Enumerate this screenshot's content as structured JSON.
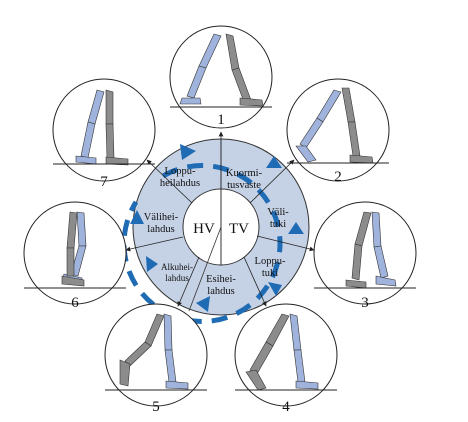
{
  "figure": {
    "center_left": "HV",
    "center_right": "TV",
    "phases": [
      {
        "line1": "Kuormi-",
        "line2": "tusvaste"
      },
      {
        "line1": "Väli-",
        "line2": "tuki"
      },
      {
        "line1": "Loppu-",
        "line2": "tuki"
      },
      {
        "line1": "Esihei-",
        "line2": "lahdus"
      },
      {
        "line1": "Alkuhei-",
        "line2": "lahdus"
      },
      {
        "line1": "Välihei-",
        "line2": "lahdus"
      },
      {
        "line1": "Loppu-",
        "line2": "heilahdus"
      }
    ],
    "panels": [
      {
        "number": "1",
        "phase": "Kuormitusvaste"
      },
      {
        "number": "2",
        "phase": "Välituki"
      },
      {
        "number": "3",
        "phase": "Lopputuki"
      },
      {
        "number": "4",
        "phase": "Esiheilahdus"
      },
      {
        "number": "5",
        "phase": "Alkuheilahdus"
      },
      {
        "number": "6",
        "phase": "Väliheilahdus"
      },
      {
        "number": "7",
        "phase": "Loppuheilahdus"
      }
    ]
  },
  "colors": {
    "ring_fill": "#c5d2e6",
    "cycle_arrow": "#1f6bb4",
    "leg_gray": "#8c8c8c",
    "leg_blue": "#9fb3dd",
    "outline": "#222222"
  }
}
